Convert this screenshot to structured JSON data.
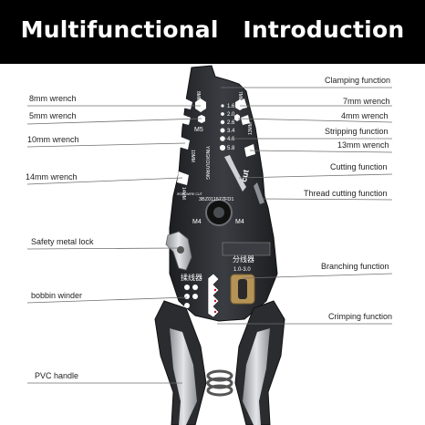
{
  "banner": {
    "title": "Multifunctional   Introduction",
    "background": "#000000",
    "text_color": "#ffffff"
  },
  "callouts": {
    "left": [
      {
        "id": "8mm",
        "label": "8mm wrench"
      },
      {
        "id": "5mm",
        "label": "5mm wrench"
      },
      {
        "id": "10mm",
        "label": "10mm wrench"
      },
      {
        "id": "14mm",
        "label": "14mm wrench"
      },
      {
        "id": "lock",
        "label": "Safety metal lock"
      },
      {
        "id": "bobbin",
        "label": "bobbin winder"
      },
      {
        "id": "pvc",
        "label": "PVC handle"
      }
    ],
    "right": [
      {
        "id": "clamping",
        "label": "Clamping function"
      },
      {
        "id": "7mm",
        "label": "7mm wrench"
      },
      {
        "id": "4mm",
        "label": "4mm wrench"
      },
      {
        "id": "stripping",
        "label": "Stripping function"
      },
      {
        "id": "13mm",
        "label": "13mm wrench"
      },
      {
        "id": "cutting",
        "label": "Cutting function"
      },
      {
        "id": "thread",
        "label": "Thread cutting function"
      },
      {
        "id": "branching",
        "label": "Branching function"
      },
      {
        "id": "crimping",
        "label": "Crimping function"
      }
    ]
  },
  "tool_markings": {
    "gauges": [
      "1.6",
      "2.0",
      "2.6",
      "3.4",
      "4.6",
      "5.8"
    ],
    "m5": "M5",
    "m4_left": "M4",
    "m4_right": "M4",
    "cut": "cut",
    "brand": "YINGKOUYANG",
    "mm8": "8MM",
    "mm7": "7MM",
    "mm10": "10MM",
    "mm13": "13MM",
    "mm14": "14MM",
    "iron_wire_cut": "IRON WIRE CUT",
    "serial": "3BZ011577FD1",
    "cn_left": "揉线器",
    "cn_right": "分线器",
    "range": "1.0-3.0"
  },
  "colors": {
    "leader_line": "#6f6f6f",
    "tool_dark": "#26282b",
    "tool_mid": "#3b3e42",
    "handle_silver": "#c7c9cc",
    "accent_red": "#c8102e"
  }
}
